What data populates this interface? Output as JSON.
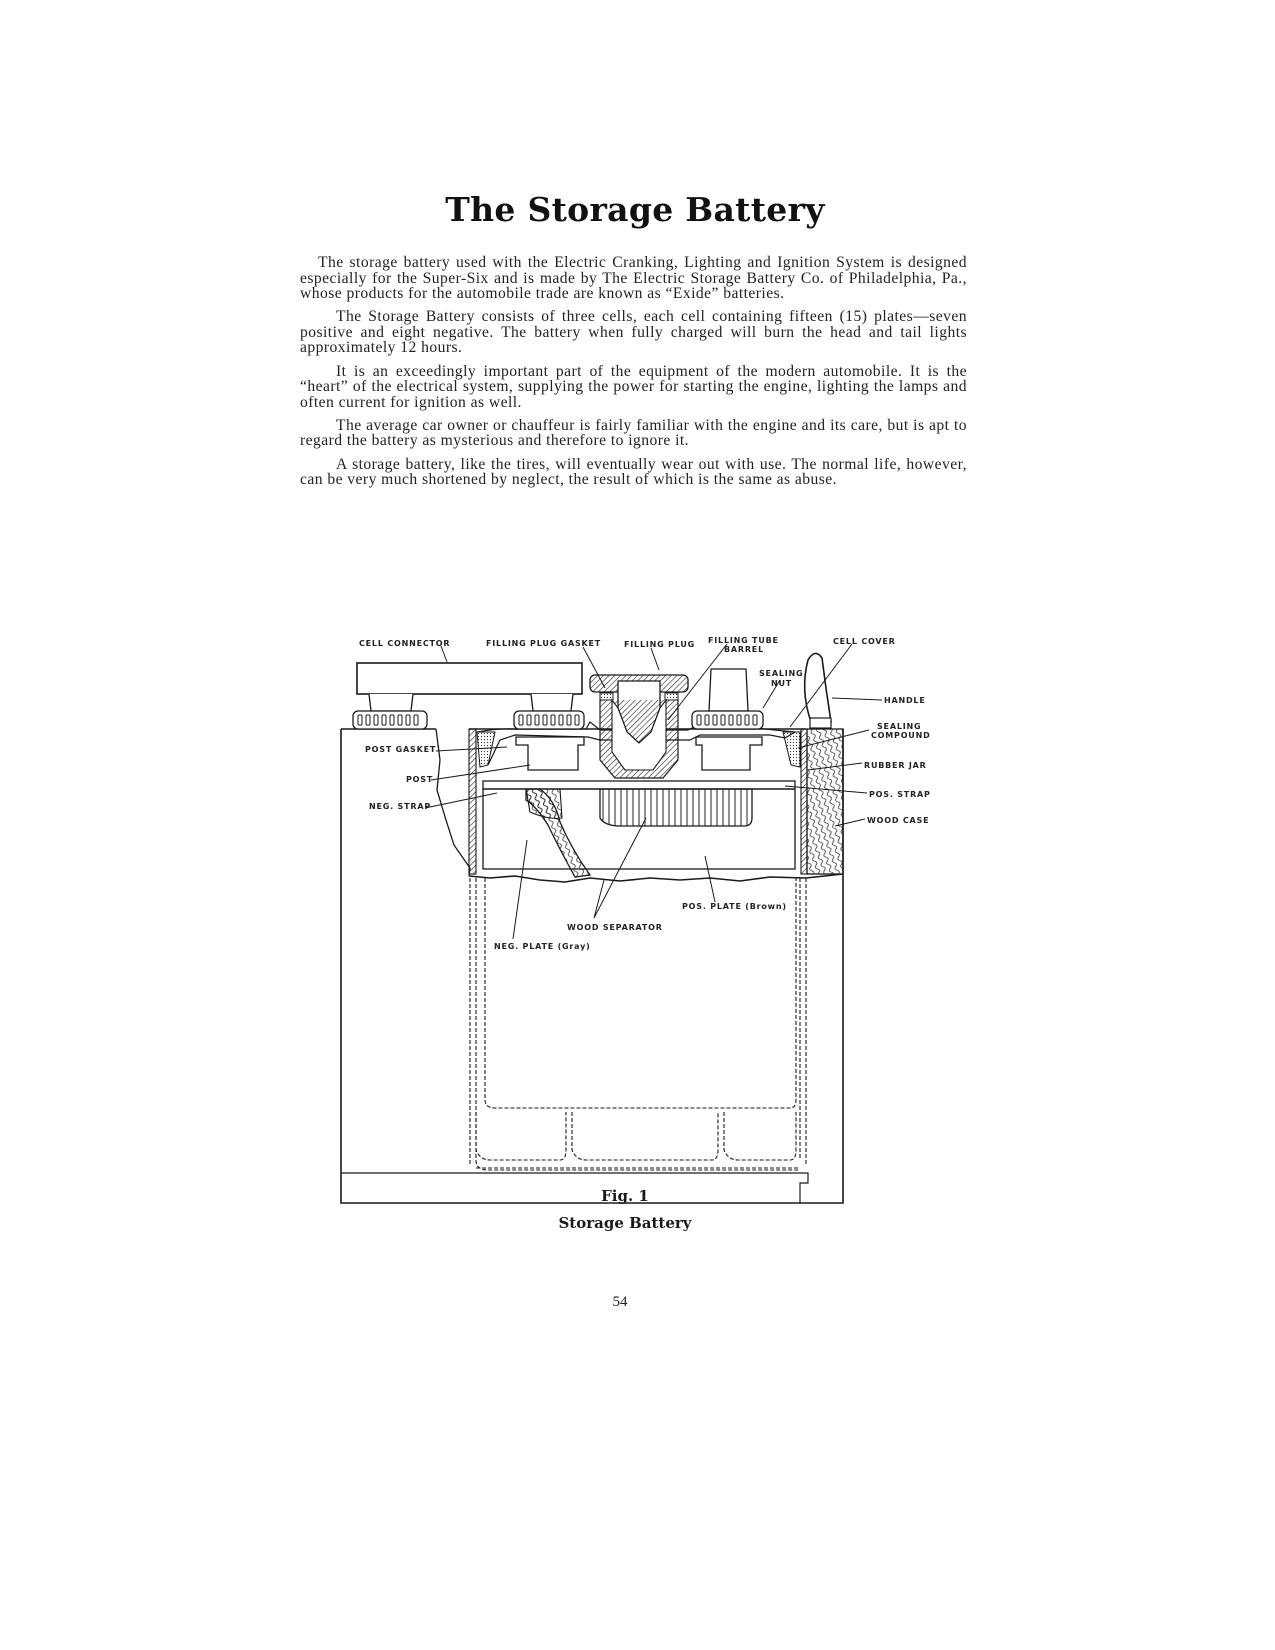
{
  "page": {
    "title": "The Storage Battery",
    "paragraphs": [
      "The storage battery used with the Electric Cranking, Lighting and Ignition System is designed especially for the Super-Six and is made by The Electric Storage Battery Co. of Philadelphia, Pa., whose products for the automobile trade are known as “Exide” batteries.",
      "The Storage Battery consists of three cells, each cell containing fifteen (15) plates—seven positive and eight negative.  The battery when fully charged will burn the head and tail lights approximately 12 hours.",
      "It is an exceedingly important part of the equipment of the modern automobile.  It is the “heart” of the electrical system, supplying the power for starting the engine, lighting the lamps and often current for ignition as well.",
      "The average car owner or chauffeur is fairly familiar with the engine and its care, but is apt to regard the battery as mysterious and therefore to ignore it.",
      "A storage battery, like the tires, will eventually wear out with use.  The normal life, however, can be very much shortened by neglect, the result of which is the same as abuse."
    ],
    "page_number": "54"
  },
  "figure": {
    "caption_number": "Fig. 1",
    "caption_title": "Storage Battery",
    "labels": {
      "cell_connector": "CELL CONNECTOR",
      "filling_plug_gasket": "FILLING PLUG GASKET",
      "filling_plug": "FILLING PLUG",
      "filling_tube_line1": "FILLING TUBE",
      "filling_tube_line2": "BARREL",
      "cell_cover": "CELL COVER",
      "sealing_nut_line1": "SEALING",
      "sealing_nut_line2": "NUT",
      "handle": "HANDLE",
      "sealing_compound_line1": "SEALING",
      "sealing_compound_line2": "COMPOUND",
      "rubber_jar": "RUBBER JAR",
      "pos_strap": "POS. STRAP",
      "wood_case": "WOOD CASE",
      "post_gasket": "POST GASKET",
      "post": "POST",
      "neg_strap": "NEG. STRAP",
      "pos_plate": "POS. PLATE (Brown)",
      "wood_separator": "WOOD SEPARATOR",
      "neg_plate": "NEG. PLATE (Gray)"
    }
  }
}
